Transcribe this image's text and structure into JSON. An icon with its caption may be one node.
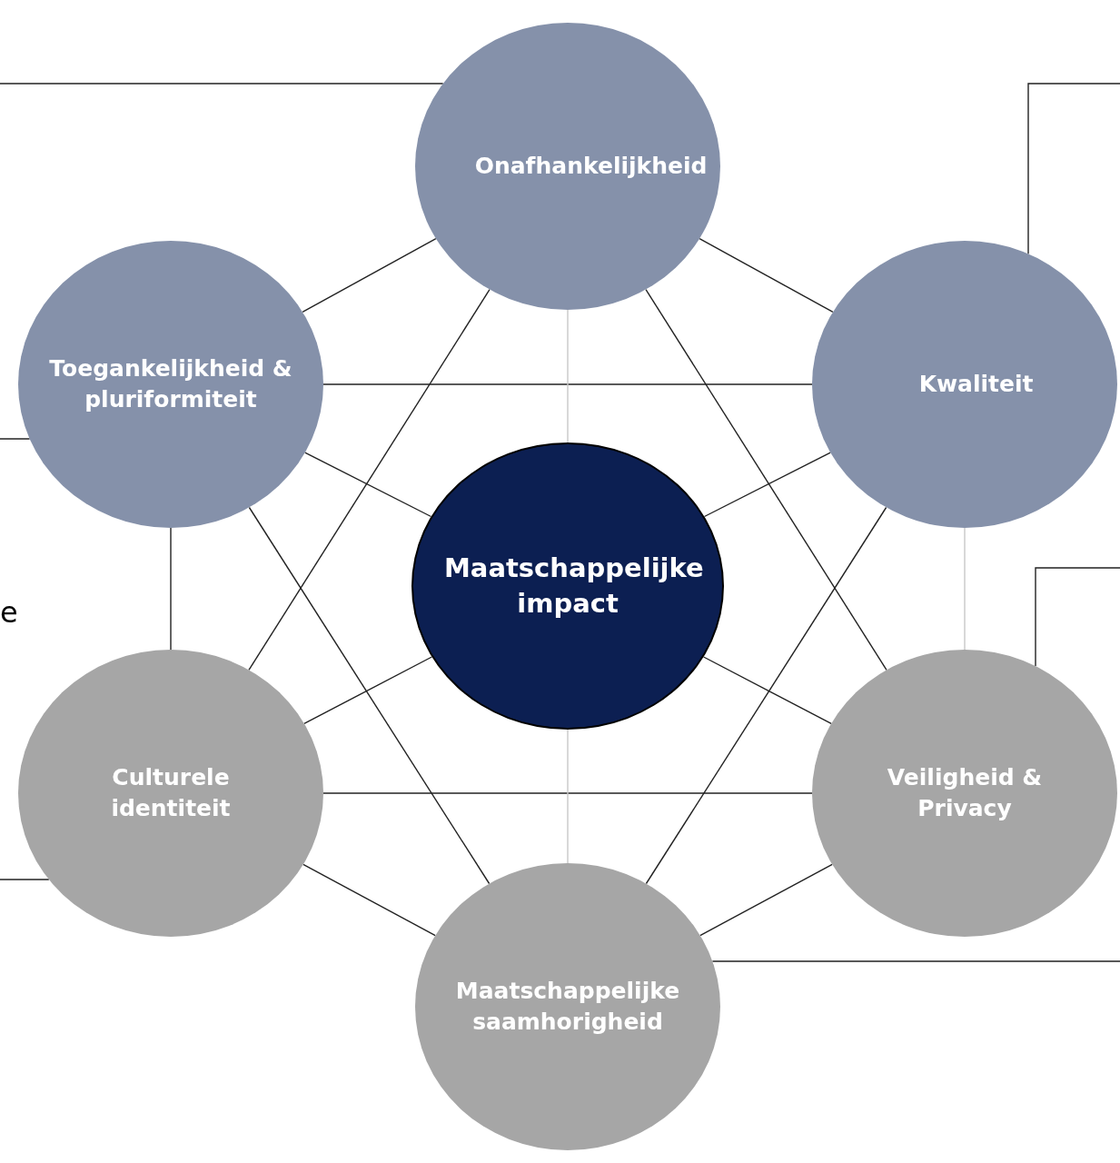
{
  "diagram": {
    "nodes": [
      {
        "text": [
          "Onafhankelijkheid"
        ]
      },
      {
        "text": [
          "Toegankelijkheid & pluriformiteit"
        ]
      },
      {
        "text": [
          "Kwaliteit"
        ]
      },
      {
        "text": [
          "Maatschappelijke impact"
        ]
      },
      {
        "text": [
          "Culturele identiteit"
        ]
      },
      {
        "text": [
          "Veiligheid & Privacy"
        ]
      },
      {
        "text": [
          "Maatschappelijke saamhorigheid"
        ]
      }
    ],
    "edges": [
      {
        "from": 0,
        "to": 2,
        "arrow": "none"
      },
      {
        "from": 2,
        "to": 5,
        "arrow": "none",
        "color": "#c8c8c8"
      },
      {
        "from": 5,
        "to": 6,
        "arrow": "none"
      },
      {
        "from": 6,
        "to": 4,
        "arrow": "none"
      },
      {
        "from": 4,
        "to": 1,
        "arrow": "none"
      },
      {
        "from": 1,
        "to": 0,
        "arrow": "none"
      },
      {
        "from": 1,
        "to": 2,
        "arrow": "none"
      },
      {
        "from": 4,
        "to": 5,
        "arrow": "none"
      },
      {
        "from": 0,
        "to": 4,
        "arrow": "none"
      },
      {
        "from": 0,
        "to": 5,
        "arrow": "none"
      },
      {
        "from": 1,
        "to": 6,
        "arrow": "none"
      },
      {
        "from": 2,
        "to": 6,
        "arrow": "none"
      },
      {
        "from": 0,
        "to": 3,
        "arrow": "none",
        "color": "#c8c8c8"
      },
      {
        "from": 1,
        "to": 3,
        "arrow": "none"
      },
      {
        "from": 2,
        "to": 3,
        "arrow": "none"
      },
      {
        "from": 4,
        "to": 3,
        "arrow": "none"
      },
      {
        "from": 5,
        "to": 3,
        "arrow": "none"
      },
      {
        "from": 6,
        "to": 3,
        "arrow": "none",
        "color": "#c8c8c8"
      },
      {
        "from": 0,
        "to": null,
        "arrow": "none"
      },
      {
        "from": 1,
        "to": null,
        "arrow": "none"
      },
      {
        "from": 4,
        "to": null,
        "arrow": "none"
      },
      {
        "from": 2,
        "to": null,
        "arrow": "none"
      },
      {
        "from": 5,
        "to": null,
        "arrow": "none"
      },
      {
        "from": 6,
        "to": null,
        "arrow": "none"
      }
    ],
    "labels": [
      "e"
    ]
  }
}
